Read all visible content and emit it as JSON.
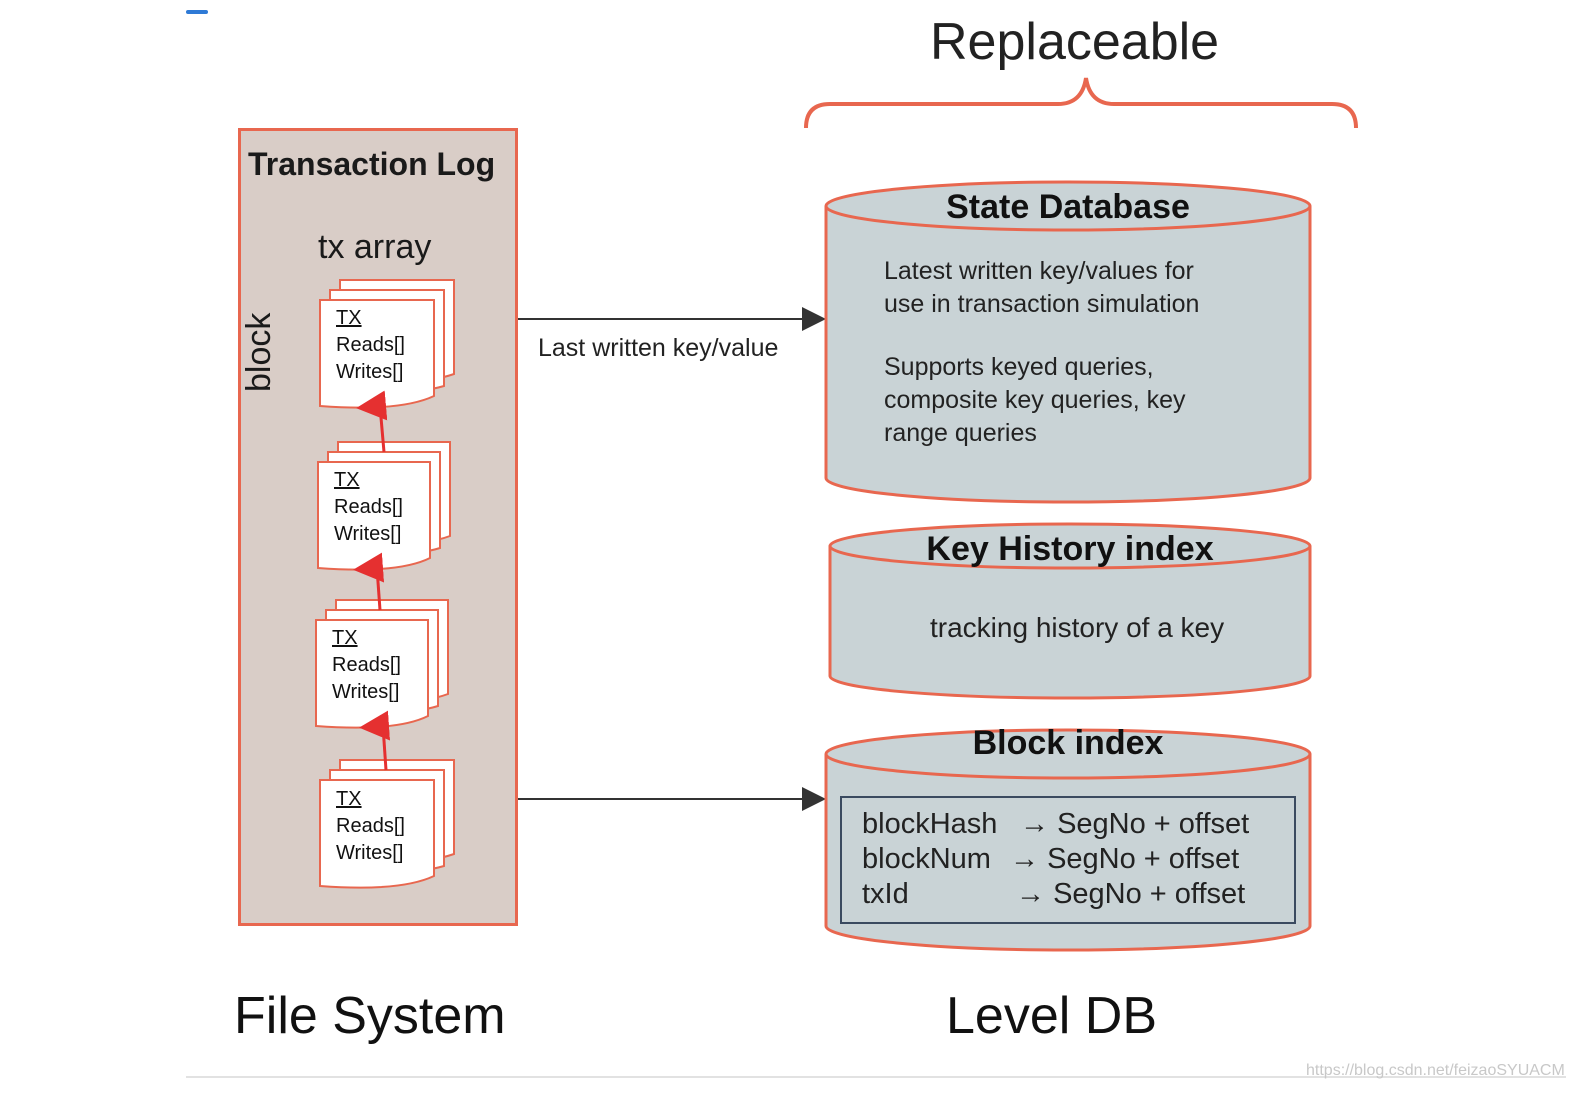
{
  "title": "Replaceable",
  "transaction_log": {
    "title": "Transaction Log",
    "tx_array_label": "tx array",
    "block_label": "block",
    "tx_items": [
      {
        "head": "TX",
        "reads": "Reads[]",
        "writes": "Writes[]"
      },
      {
        "head": "TX",
        "reads": "Reads[]",
        "writes": "Writes[]"
      },
      {
        "head": "TX",
        "reads": "Reads[]",
        "writes": "Writes[]"
      },
      {
        "head": "TX",
        "reads": "Reads[]",
        "writes": "Writes[]"
      }
    ]
  },
  "arrow_label": "Last written key/value",
  "state_database": {
    "title": "State Database",
    "line1": "Latest written key/values for",
    "line2": "use in transaction simulation",
    "line3": "Supports keyed queries,",
    "line4": "composite key queries, key",
    "line5": "range queries"
  },
  "key_history_index": {
    "title": "Key History index",
    "body": "tracking history of a key"
  },
  "block_index": {
    "title": "Block index",
    "rows": [
      {
        "key": "blockHash",
        "value": "SegNo + offset"
      },
      {
        "key": "blockNum",
        "value": "SegNo + offset"
      },
      {
        "key": "txId",
        "value": "SegNo + offset"
      }
    ]
  },
  "footer": {
    "left": "File System",
    "right": "Level DB"
  },
  "watermark": "https://blog.csdn.net/feizaoSYUACM",
  "colors": {
    "accent_red": "#e8674f",
    "log_fill": "#d9cdc7",
    "cylinder_fill": "#c9d3d6",
    "arrow_red": "#e53030"
  }
}
